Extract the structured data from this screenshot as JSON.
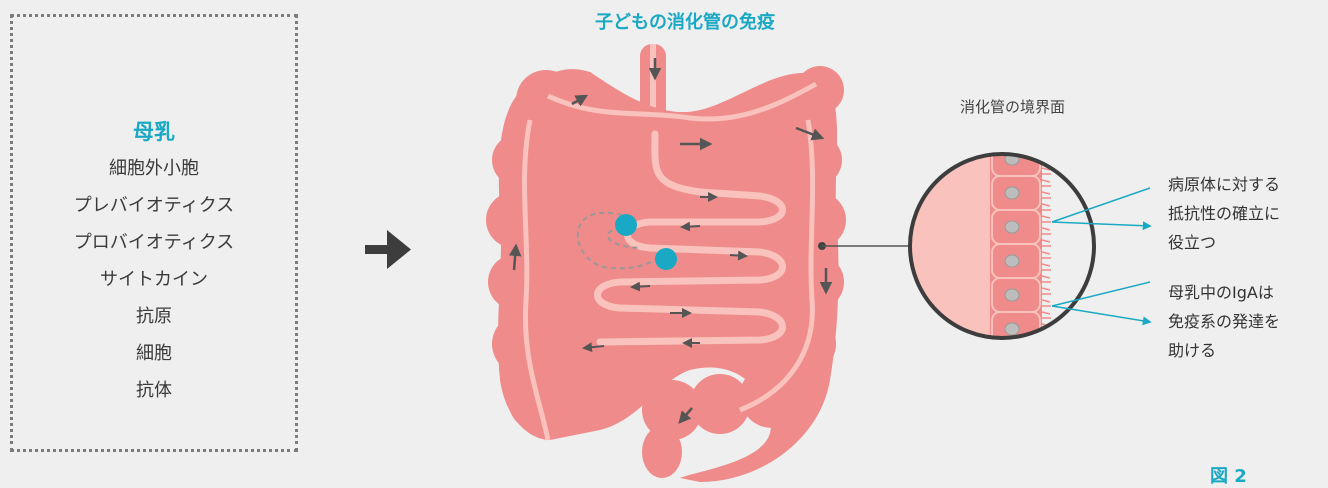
{
  "left_box": {
    "title": "母乳",
    "items": [
      "細胞外小胞",
      "プレバイオティクス",
      "プロバイオティクス",
      "サイトカイン",
      "抗原",
      "細胞",
      "抗体"
    ]
  },
  "diagram": {
    "title": "子どもの消化管の免疫",
    "boundary_title": "消化管の境界面",
    "note_1": [
      "病原体に対する",
      "抵抗性の確立に",
      "役立つ"
    ],
    "note_2": [
      "母乳中のIgAは",
      "免疫系の発達を",
      "助ける"
    ]
  },
  "figure_label": "図 2",
  "colors": {
    "accent": "#1aa9c4",
    "intestine": "#ef8b8b",
    "intestine_light": "#f9c2bc",
    "background": "#efefef"
  }
}
